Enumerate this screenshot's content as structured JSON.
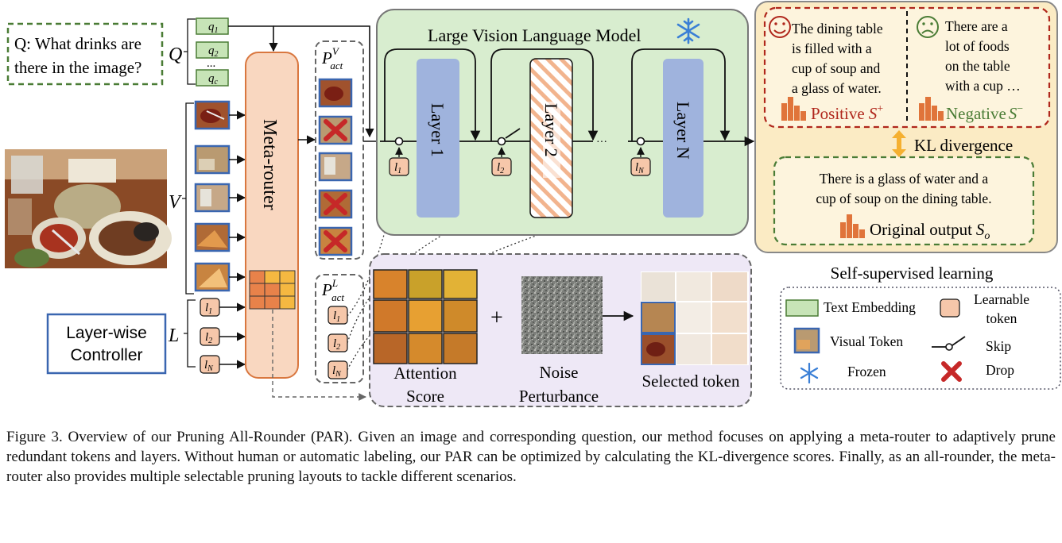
{
  "question": {
    "line1": "Q: What drinks are",
    "line2": "there in the image?"
  },
  "labels": {
    "Q": "Q",
    "V": "V",
    "L": "L",
    "P_act": "P",
    "P_v_sup": "V",
    "P_l_sup": "L",
    "act_sub": "act"
  },
  "q_tokens": [
    {
      "base": "q",
      "sub": "1"
    },
    {
      "base": "q",
      "sub": "2"
    },
    {
      "base": "q",
      "sub": "c"
    }
  ],
  "ellipsis": "...",
  "meta_router": "Meta-router",
  "layer_tokens": [
    {
      "base": "l",
      "sub": "1"
    },
    {
      "base": "l",
      "sub": "2"
    },
    {
      "base": "l",
      "sub": "N"
    }
  ],
  "controller": {
    "line1": "Layer-wise",
    "line2": "Controller"
  },
  "lvlm": {
    "title": "Large Vision Language Model",
    "layers": [
      "Layer 1",
      "Layer 2",
      "Layer N"
    ],
    "dots": "···"
  },
  "outputs": {
    "positive_text": [
      "The dining table",
      "is filled with a",
      "cup of soup and",
      "a glass of water."
    ],
    "negative_text": [
      "There are a",
      "lot of foods",
      "on the table",
      "with a cup …"
    ],
    "positive_label": "Positive",
    "negative_label": "Negative",
    "s_symbol": "S",
    "kl": "KL divergence",
    "original_text": [
      "There is a glass of water and a",
      "cup of soup on the dining table."
    ],
    "original_label": "Original output",
    "s0_sub": "o"
  },
  "ssl_title": "Self-supervised learning",
  "legend": {
    "text_embedding": "Text Embedding",
    "learnable": [
      "Learnable",
      "token"
    ],
    "visual_token": "Visual Token",
    "skip": "Skip",
    "frozen": "Frozen",
    "drop": "Drop"
  },
  "bottom": {
    "attention": [
      "Attention",
      "Score"
    ],
    "plus": "+",
    "noise": [
      "Noise",
      "Perturbance"
    ],
    "selected": "Selected token"
  },
  "caption": "Figure 3. Overview of our Pruning All-Rounder (PAR). Given an image and corresponding question, our method focuses on applying a meta-router to adaptively prune redundant tokens and layers. Without human or automatic labeling, our PAR can be optimized by calculating the KL-divergence scores. Finally, as an all-rounder, the meta-router also provides multiple selectable pruning layouts to tackle different scenarios.",
  "colors": {
    "green": "#4a7c35",
    "lvlm_bg": "#d8edcf",
    "layer_blue": "#9fb3dd",
    "meta_bg": "#f9d7c0",
    "output_bg": "#fbebc4",
    "output_border": "#888888",
    "red": "#b0271c",
    "orange": "#e0743a",
    "token_blue": "#3a66b0",
    "purple_bg": "#eee8f6"
  }
}
